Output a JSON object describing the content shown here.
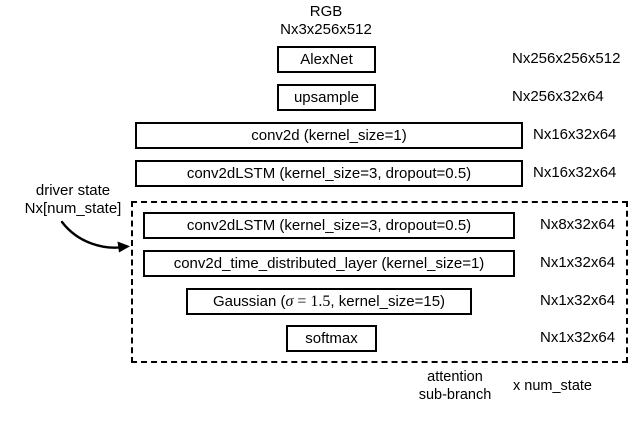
{
  "diagram": {
    "title_input": {
      "name": "RGB",
      "shape": "Nx3x256x512"
    },
    "driver_state_note": {
      "line1": "driver state",
      "line2": "Nx[num_state]"
    },
    "bottom_notes": {
      "attention_line1": "attention",
      "attention_line2": "sub-branch",
      "multiplier": "x num_state"
    },
    "layers": [
      {
        "id": "alexnet",
        "label": "AlexNet",
        "shape": "Nx256x256x512"
      },
      {
        "id": "upsample",
        "label": "upsample",
        "shape": "Nx256x32x64"
      },
      {
        "id": "conv2d",
        "label": "conv2d (kernel_size=1)",
        "shape": "Nx16x32x64"
      },
      {
        "id": "conv2dlstm-1",
        "label": "conv2dLSTM (kernel_size=3, dropout=0.5)",
        "shape": "Nx16x32x64"
      },
      {
        "id": "conv2dlstm-2",
        "label": "conv2dLSTM (kernel_size=3, dropout=0.5)",
        "shape": "Nx8x32x64"
      },
      {
        "id": "conv2d-tdl",
        "label": "conv2d_time_distributed_layer (kernel_size=1)",
        "shape": "Nx1x32x64"
      },
      {
        "id": "gaussian",
        "label": "Gaussian (σ = 1.5, kernel_size=15)",
        "shape": "Nx1x32x64",
        "parts": {
          "prefix": "Gaussian (",
          "sigma": "σ",
          "eq": "=",
          "value": "1.5",
          "suffix": ", kernel_size=15)"
        }
      },
      {
        "id": "softmax",
        "label": "softmax",
        "shape": "Nx1x32x64"
      }
    ],
    "colors": {
      "stroke": "#000000",
      "background": "#ffffff"
    }
  }
}
